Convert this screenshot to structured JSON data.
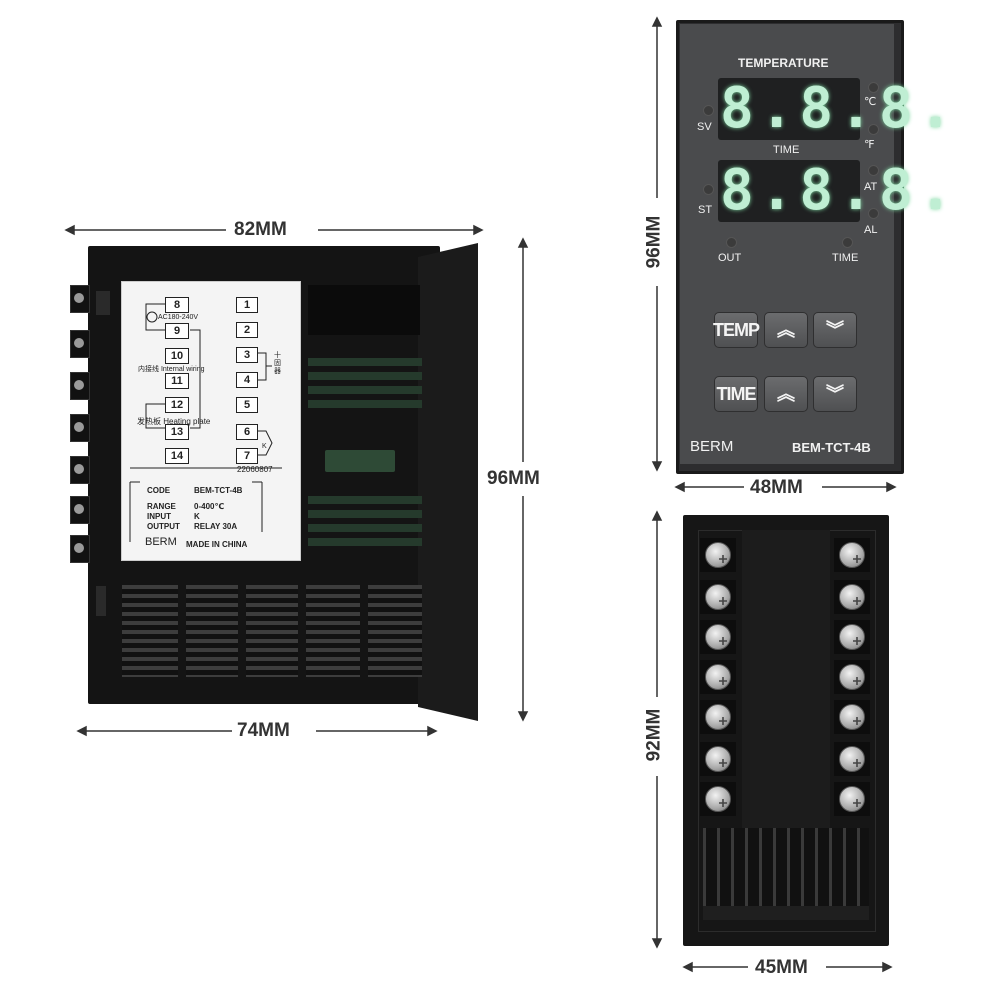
{
  "dimensions": {
    "side_width": "82MM",
    "side_depth": "74MM",
    "side_height": "96MM",
    "front_width": "48MM",
    "front_height": "96MM",
    "back_width": "45MM",
    "back_height": "92MM"
  },
  "wiring_label": {
    "terminals_left": [
      "8",
      "9",
      "10",
      "11",
      "12",
      "13",
      "14"
    ],
    "terminals_right": [
      "1",
      "2",
      "3",
      "4",
      "5",
      "6",
      "7"
    ],
    "power_text": "AC180-240V",
    "internal_wiring_text": "内接线 Internal wiring",
    "heating_plate_text": "发热板 Heating plate",
    "ssr_text": "十 固 器",
    "tc_text": "K",
    "serial": "22060807",
    "code_key": "CODE",
    "code_value": "BEM-TCT-4B",
    "range_key": "RANGE",
    "range_value": "0-400℃",
    "input_key": "INPUT",
    "input_value": "K",
    "output_key": "OUTPUT",
    "output_value": "RELAY 30A",
    "brand": "BERM",
    "made_in": "MADE IN CHINA"
  },
  "front_panel": {
    "title": "TEMPERATURE",
    "display_top": "8.8.8.",
    "display_bottom": "8.8.8.",
    "sv": "SV",
    "st": "ST",
    "time_mid": "TIME",
    "celsius": "℃",
    "fahrenheit": "℉",
    "at": "AT",
    "al": "AL",
    "out": "OUT",
    "time_led": "TIME",
    "btn_temp": "TEMP",
    "btn_time": "TIME",
    "up_glyph": "︽",
    "down_glyph": "︾",
    "brand": "BERM",
    "model": "BEM-TCT-4B"
  },
  "icons": {
    "up_button_icon": "double-chevron-up",
    "down_button_icon": "double-chevron-down",
    "screw_icon": "terminal-screw"
  }
}
